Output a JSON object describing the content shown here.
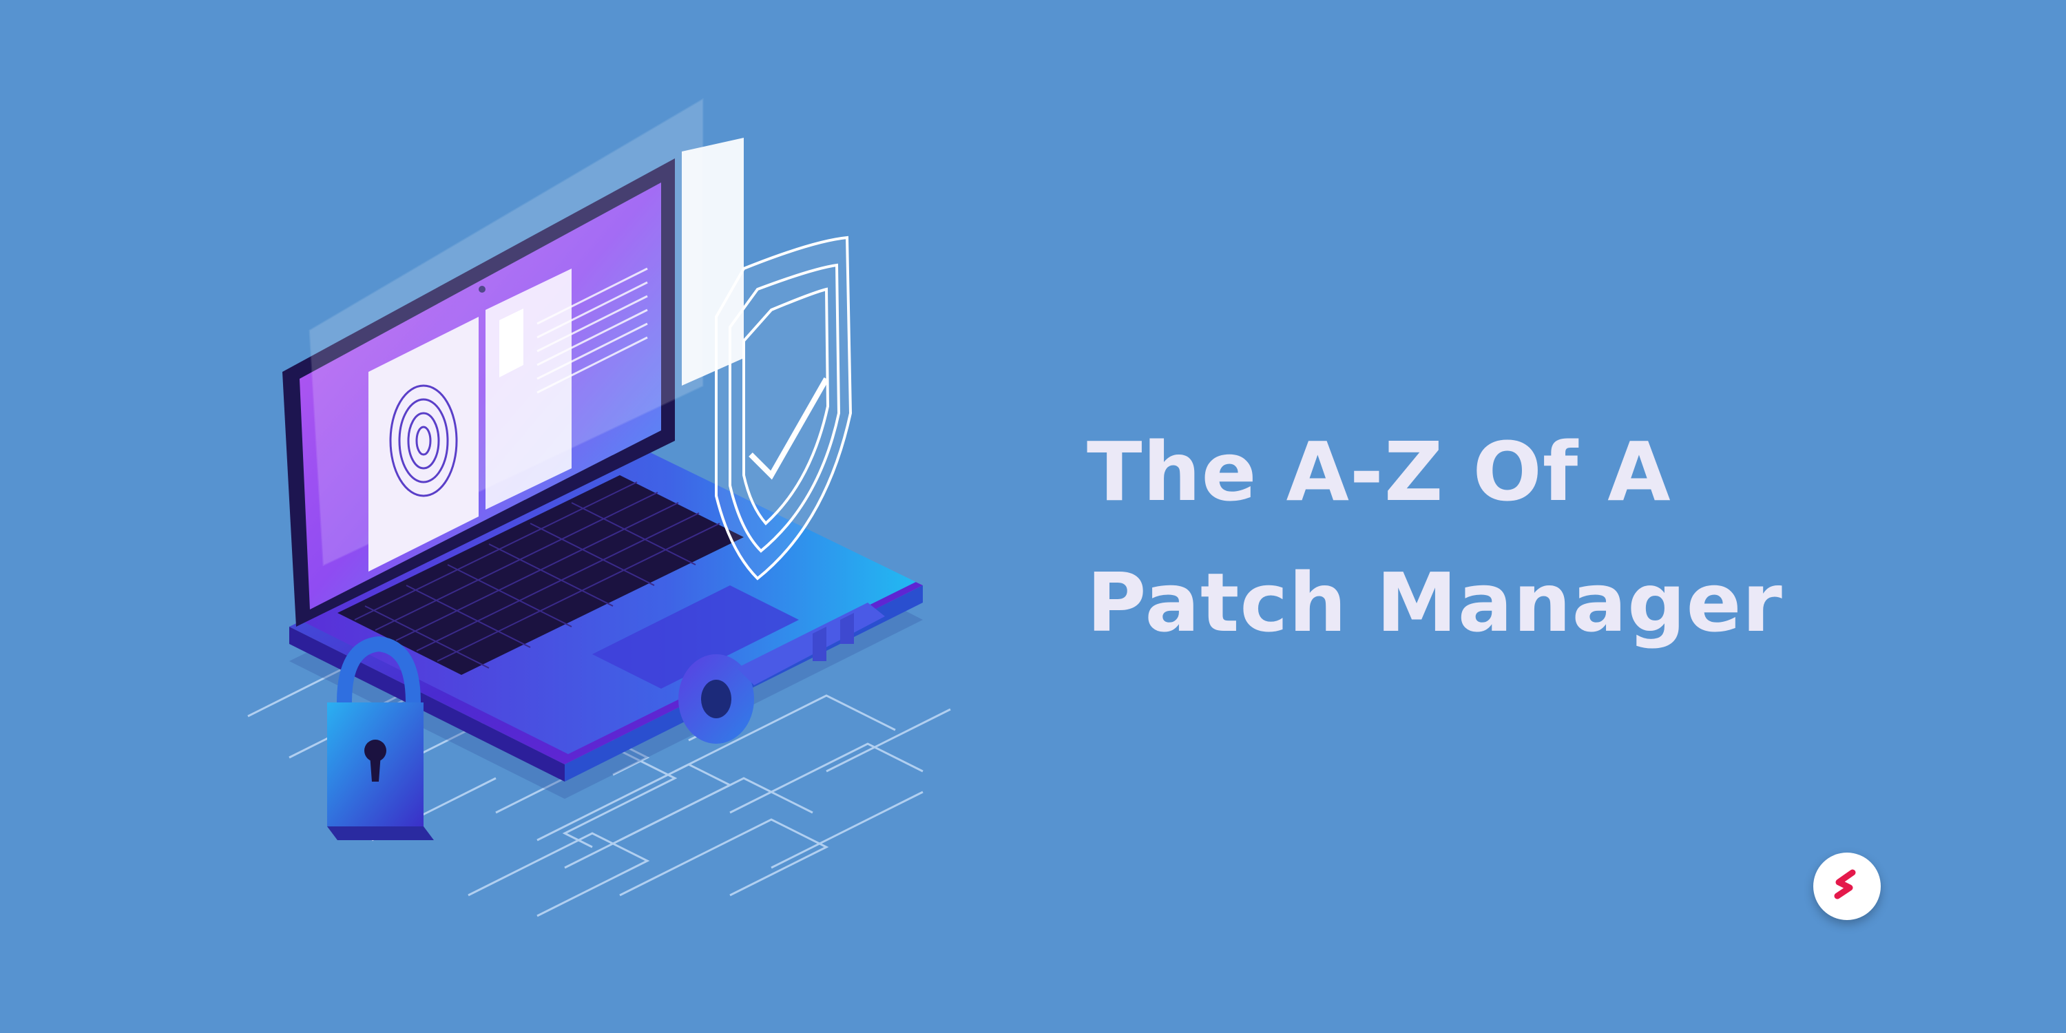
{
  "title": {
    "line1": "The A-Z Of A",
    "line2": "Patch Manager"
  },
  "colors": {
    "background": "#5793d0",
    "title_text": "#ebe9f7",
    "logo_accent": "#e4194b",
    "logo_bg": "#ffffff"
  },
  "icons": {
    "illustration": "laptop-security-illustration",
    "padlock": "padlock-icon",
    "key": "key-icon",
    "shield": "shield-check-icon",
    "fingerprint": "fingerprint-icon",
    "logo": "brand-logo-icon"
  }
}
